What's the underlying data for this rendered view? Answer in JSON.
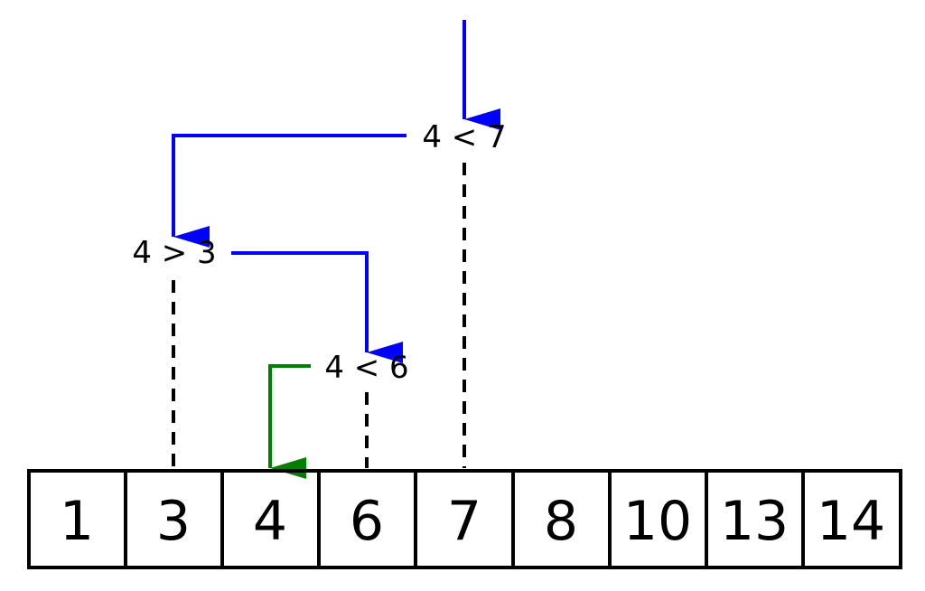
{
  "colors": {
    "search_path": "#0000ff",
    "final_step": "#008000",
    "outline": "#000000"
  },
  "array": {
    "values": [
      "1",
      "3",
      "4",
      "6",
      "7",
      "8",
      "10",
      "13",
      "14"
    ]
  },
  "comparisons": [
    {
      "text": "4 < 7",
      "target_value": "7"
    },
    {
      "text": "4 > 3",
      "target_value": "3"
    },
    {
      "text": "4 < 6",
      "target_value": "6"
    }
  ],
  "result": {
    "target_value": "4"
  }
}
